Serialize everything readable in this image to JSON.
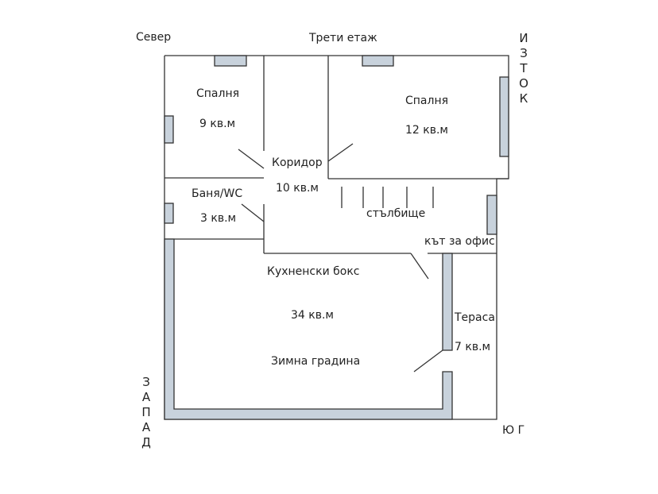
{
  "title": "Трети етаж",
  "compass": {
    "north": "Север",
    "east": "ИЗТОК",
    "west": "ЗАПАД",
    "south": "Ю Г"
  },
  "rooms": {
    "bedroom_small": {
      "name": "Спалня",
      "area": "9 кв.м"
    },
    "bedroom_large": {
      "name": "Спалня",
      "area": "12 кв.м"
    },
    "corridor": {
      "name": "Коридор",
      "area": "10 кв.м"
    },
    "bathroom": {
      "name": "Баня/WC",
      "area": "3 кв.м"
    },
    "stairs": {
      "name": "стълбище"
    },
    "office_corner": {
      "name": "кът за офис"
    },
    "kitchen": {
      "name": "Кухненски бокс",
      "area": "34 кв.м",
      "subname": "Зимна градина"
    },
    "terrace": {
      "name": "Тераса",
      "area": "7 кв.м"
    }
  },
  "colors": {
    "wall_line": "#333333",
    "wall_fill": "#c8d2dc",
    "text": "#222222",
    "background": "#ffffff"
  }
}
